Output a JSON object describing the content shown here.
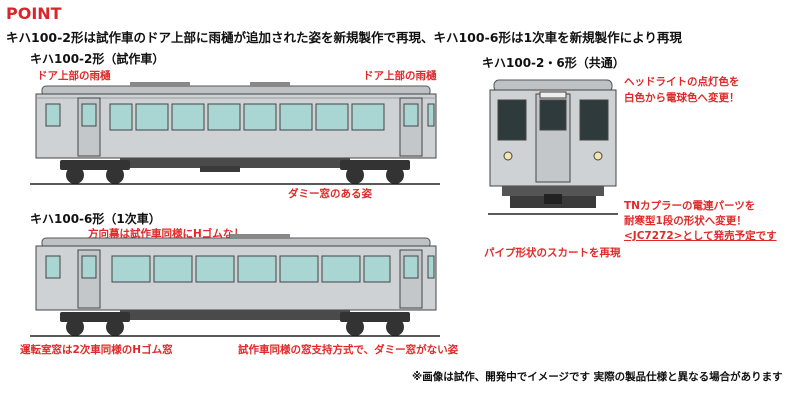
{
  "point_label": "POINT",
  "headline": "キハ100-2形は試作車のドア上部に雨樋が追加された姿を新規製作で再現、キハ100-6形は1次車を新規製作により再現",
  "car_2": {
    "title": "キハ100-2形（試作車）",
    "callouts": [
      "ドア上部の雨樋",
      "ドア上部の雨樋",
      "ダミー窓のある姿"
    ]
  },
  "car_6": {
    "title": "キハ100-6形（1次車）",
    "callouts": [
      "方向幕は試作車同様にHゴムなし",
      "運転室窓は2次車同様のHゴム窓",
      "試作車同様の窓支持方式で、ダミー窓がない姿"
    ]
  },
  "front": {
    "title": "キハ100-2・6形（共通）",
    "headlight_note": [
      "ヘッドライトの点灯色を",
      "白色から電球色へ変更！"
    ],
    "coupler_note": [
      "TNカプラーの電連パーツを",
      "耐寒型1段の形状へ変更！"
    ],
    "coupler_link": "<JC7272>として発売予定です",
    "skirt_note": "パイプ形状のスカートを再現"
  },
  "footnote": "※画像は試作、開発中でイメージです 実際の製品仕様と異なる場合があります",
  "colors": {
    "accent_red": "#e02a2a",
    "body_gray": "#cfd2d5",
    "window_teal": "#a9d6d2",
    "underfloor": "#3a3a3a"
  }
}
